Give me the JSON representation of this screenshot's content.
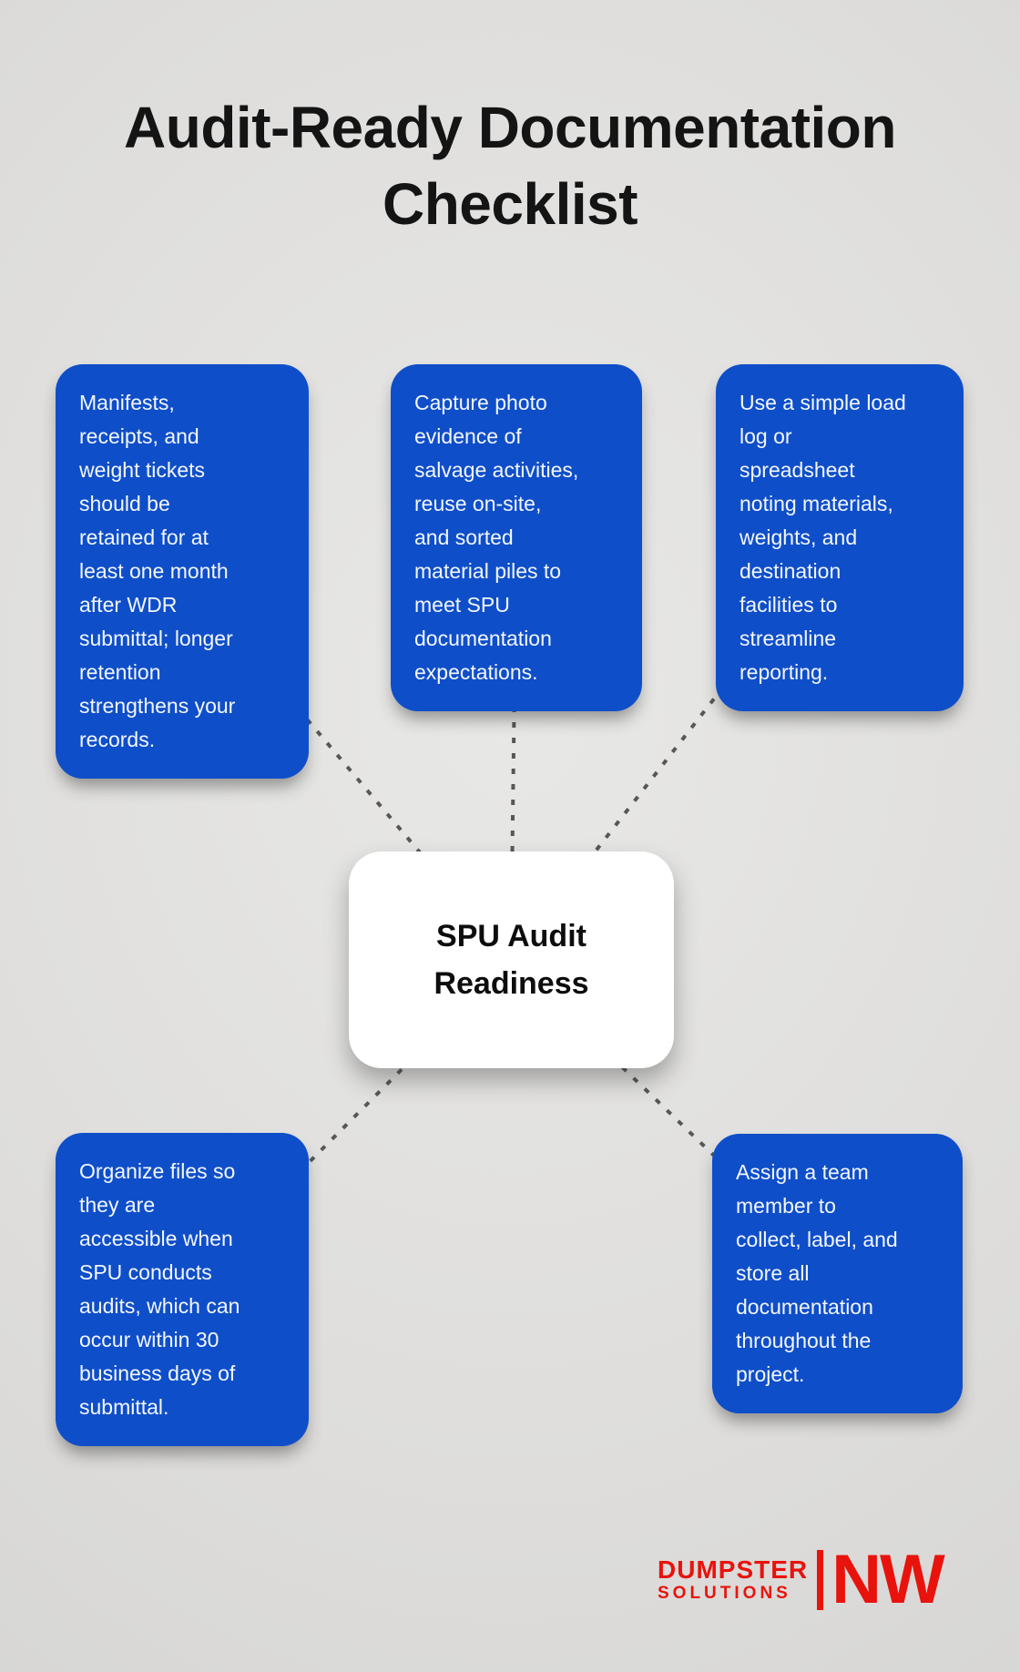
{
  "title": "Audit-Ready Documentation\nChecklist",
  "center_node": {
    "label": "SPU Audit\nReadiness"
  },
  "nodes": [
    {
      "id": "top-left",
      "text": "Manifests,\nreceipts, and\nweight tickets\nshould be\nretained for at\nleast one month\nafter WDR\nsubmittal; longer\nretention\nstrengthens your\nrecords."
    },
    {
      "id": "top-middle",
      "text": "Capture photo\nevidence of\nsalvage activities,\nreuse on-site,\nand sorted\nmaterial piles to\nmeet SPU\ndocumentation\nexpectations."
    },
    {
      "id": "top-right",
      "text": "Use a simple load\nlog or\nspreadsheet\nnoting materials,\nweights, and\ndestination\nfacilities to\nstreamline\nreporting."
    },
    {
      "id": "bottom-left",
      "text": "Organize files so\nthey are\naccessible when\nSPU conducts\naudits, which can\noccur within 30\nbusiness days of\nsubmittal."
    },
    {
      "id": "bottom-right",
      "text": "Assign a team\nmember to\ncollect, label, and\nstore all\ndocumentation\nthroughout the\nproject."
    }
  ],
  "logo": {
    "line1": "DUMPSTER",
    "line2": "SOLUTIONS",
    "mark": "NW"
  },
  "colors": {
    "node_blue": "#0f4ec9",
    "logo_red": "#e8130d",
    "connector_gray": "#575757",
    "background_gray": "#dedddb"
  }
}
